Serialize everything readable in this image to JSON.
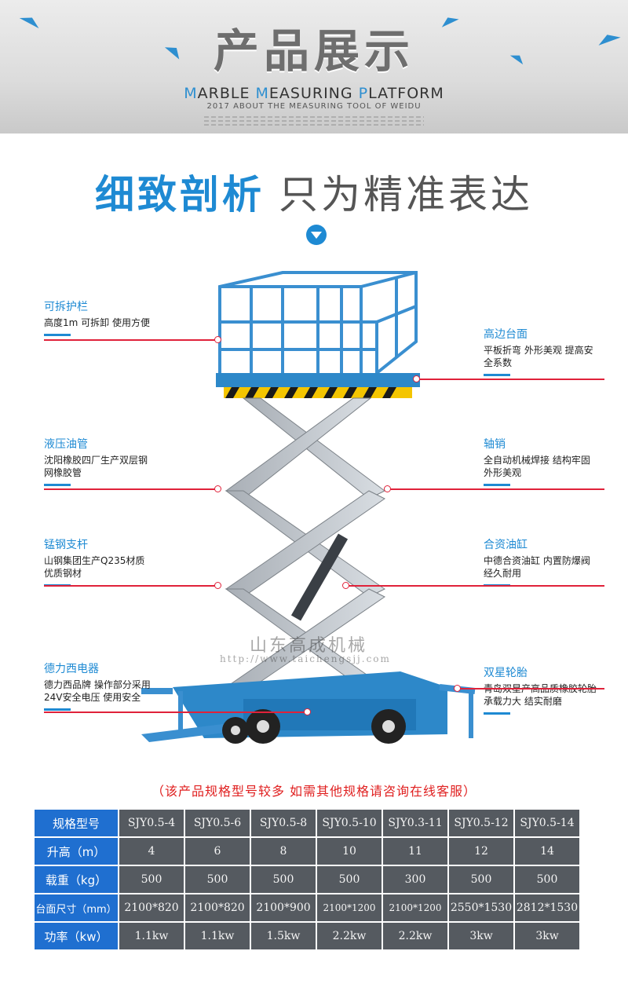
{
  "banner": {
    "title": "产品展示",
    "subtitle_parts": [
      "M",
      "ARBLE ",
      "M",
      "EASURING ",
      "P",
      "LATFORM"
    ],
    "year_line": "2017 ABOUT THE MEASURING TOOL OF WEIDU"
  },
  "headline": {
    "part1": "细致剖析",
    "part2": "只为精准表达"
  },
  "features_left": [
    {
      "title": "可拆护栏",
      "desc": "高度1m 可拆卸 使用方便"
    },
    {
      "title": "液压油管",
      "desc": "沈阳橡胶四厂生产双层钢网橡胶管"
    },
    {
      "title": "锰钢支杆",
      "desc": "山钢集团生产Q235材质优质钢材"
    },
    {
      "title": "德力西电器",
      "desc": "德力西品牌 操作部分采用24V安全电压 使用安全"
    }
  ],
  "features_right": [
    {
      "title": "高边台面",
      "desc": "平板折弯 外形美观 提高安全系数"
    },
    {
      "title": "轴销",
      "desc": "全自动机械焊接 结构牢固 外形美观"
    },
    {
      "title": "合资油缸",
      "desc": "中德合资油缸 内置防爆阀 经久耐用"
    },
    {
      "title": "双星轮胎",
      "desc": "青岛双星产高品质橡胶轮胎 承载力大 结实耐磨"
    }
  ],
  "watermark": {
    "line1": "山东高成机械",
    "line2": "http://www.taichengsjj.com"
  },
  "note": "（该产品规格型号较多   如需其他规格请咨询在线客服）",
  "spec_table": {
    "rows": [
      {
        "label": "规格型号",
        "values": [
          "SJY0.5-4",
          "SJY0.5-6",
          "SJY0.5-8",
          "SJY0.5-10",
          "SJY0.3-11",
          "SJY0.5-12",
          "SJY0.5-14"
        ]
      },
      {
        "label": "升高（m）",
        "values": [
          "4",
          "6",
          "8",
          "10",
          "11",
          "12",
          "14"
        ]
      },
      {
        "label": "载重（kg）",
        "values": [
          "500",
          "500",
          "500",
          "500",
          "300",
          "500",
          "500"
        ]
      },
      {
        "label": "台面尺寸（mm）",
        "values": [
          "2100*820",
          "2100*820",
          "2100*900",
          "2100*1200",
          "2100*1200",
          "2550*1530",
          "2812*1530"
        ]
      },
      {
        "label": "功率（kw）",
        "values": [
          "1.1kw",
          "1.1kw",
          "1.5kw",
          "2.2kw",
          "2.2kw",
          "3kw",
          "3kw"
        ]
      }
    ]
  },
  "colors": {
    "accent": "#1e8ad3",
    "callout": "#e0223a",
    "table_cell": "#555a60",
    "table_header": "#1f6fd0"
  }
}
